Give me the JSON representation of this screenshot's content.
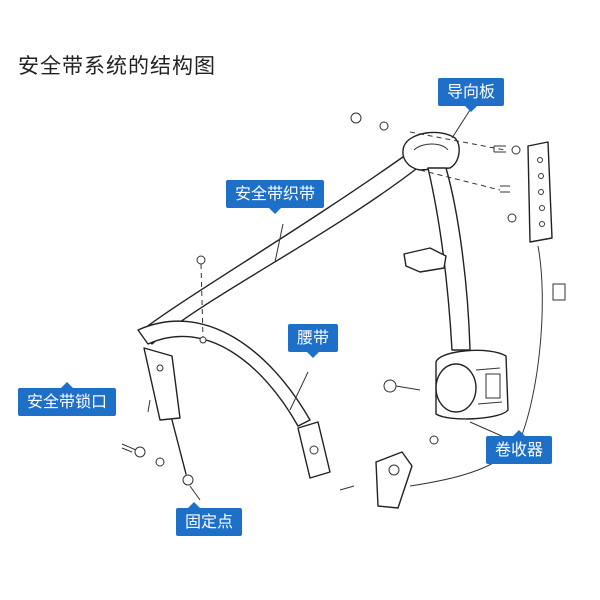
{
  "title": "安全带系统的结构图",
  "labels": {
    "guide_plate": "导向板",
    "webbing": "安全带织带",
    "lap_belt": "腰带",
    "buckle": "安全带锁口",
    "anchor_point": "固定点",
    "retractor": "卷收器"
  },
  "colors": {
    "callout_bg": "#1e6fc8",
    "callout_text": "#ffffff"
  }
}
